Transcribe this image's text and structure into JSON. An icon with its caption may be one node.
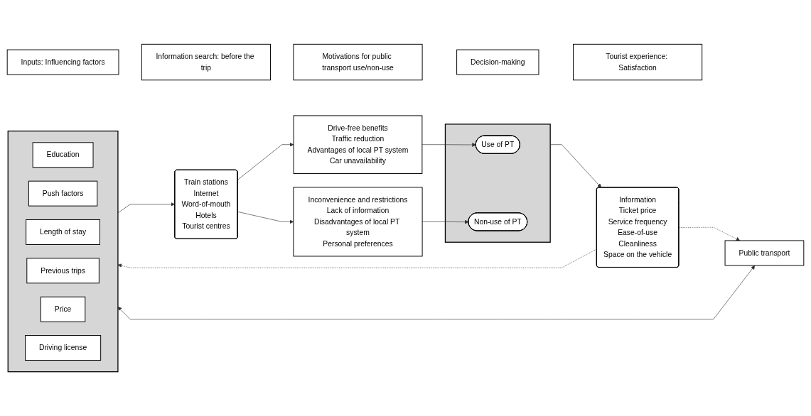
{
  "diagram": {
    "nodes": [
      {
        "text": [
          "Inputs: Influencing factors"
        ]
      },
      {
        "text": [
          "Information search: before the trip"
        ]
      },
      {
        "text": [
          "Motivations for public transport use/non-use"
        ]
      },
      {
        "text": [
          "Decision-making"
        ]
      },
      {
        "text": [
          "Tourist experience: Satisfaction"
        ]
      },
      {
        "text": [
          "Public transport"
        ]
      },
      {
        "text": [],
        "shape": "box"
      },
      {
        "text": [
          "Education"
        ],
        "in": 6
      },
      {
        "text": [
          "Push factors"
        ],
        "in": 6
      },
      {
        "text": [
          "Length of stay"
        ],
        "in": 6
      },
      {
        "text": [
          "Previous trips"
        ],
        "in": 6
      },
      {
        "text": [
          "Price"
        ],
        "in": 6
      },
      {
        "text": [
          "Driving license"
        ],
        "in": 6
      },
      {
        "text": [
          "Train stations",
          "Internet",
          "Word-of-mouth",
          "Hotels",
          "Tourist centres"
        ]
      },
      {
        "text": [
          "Drive-free benefits",
          "Traffic reduction",
          "Advantages of local PT system",
          "Car unavailability"
        ]
      },
      {
        "text": [
          "Inconvenience and restrictions",
          "Lack of information",
          "Disadvantages of local PT system",
          "Personal preferences"
        ]
      },
      {
        "text": [],
        "shape": "box"
      },
      {
        "text": [
          "Use of PT"
        ],
        "in": 16
      },
      {
        "text": [
          "Non-use of PT"
        ],
        "in": 16
      },
      {
        "text": [
          "Information",
          "Ticket price",
          "Service frequency",
          "Ease-of-use",
          "Cleanliness",
          "Space on the vehicle"
        ]
      }
    ],
    "edges": [
      {
        "from": 5,
        "to": 6,
        "arrow": "both"
      },
      {
        "from": 6,
        "to": 13,
        "arrow": "to"
      },
      {
        "from": 13,
        "to": 14,
        "arrow": "to"
      },
      {
        "from": 13,
        "to": 15,
        "arrow": "to"
      },
      {
        "from": 14,
        "to": 17,
        "arrow": "to"
      },
      {
        "from": 15,
        "to": 18,
        "arrow": "to"
      },
      {
        "from": 16,
        "to": 19,
        "arrow": "to"
      },
      {
        "from": 19,
        "to": 6,
        "arrow": "to",
        "style": "dashed"
      },
      {
        "from": 19,
        "to": 5,
        "arrow": "to",
        "style": "dashed"
      }
    ]
  }
}
